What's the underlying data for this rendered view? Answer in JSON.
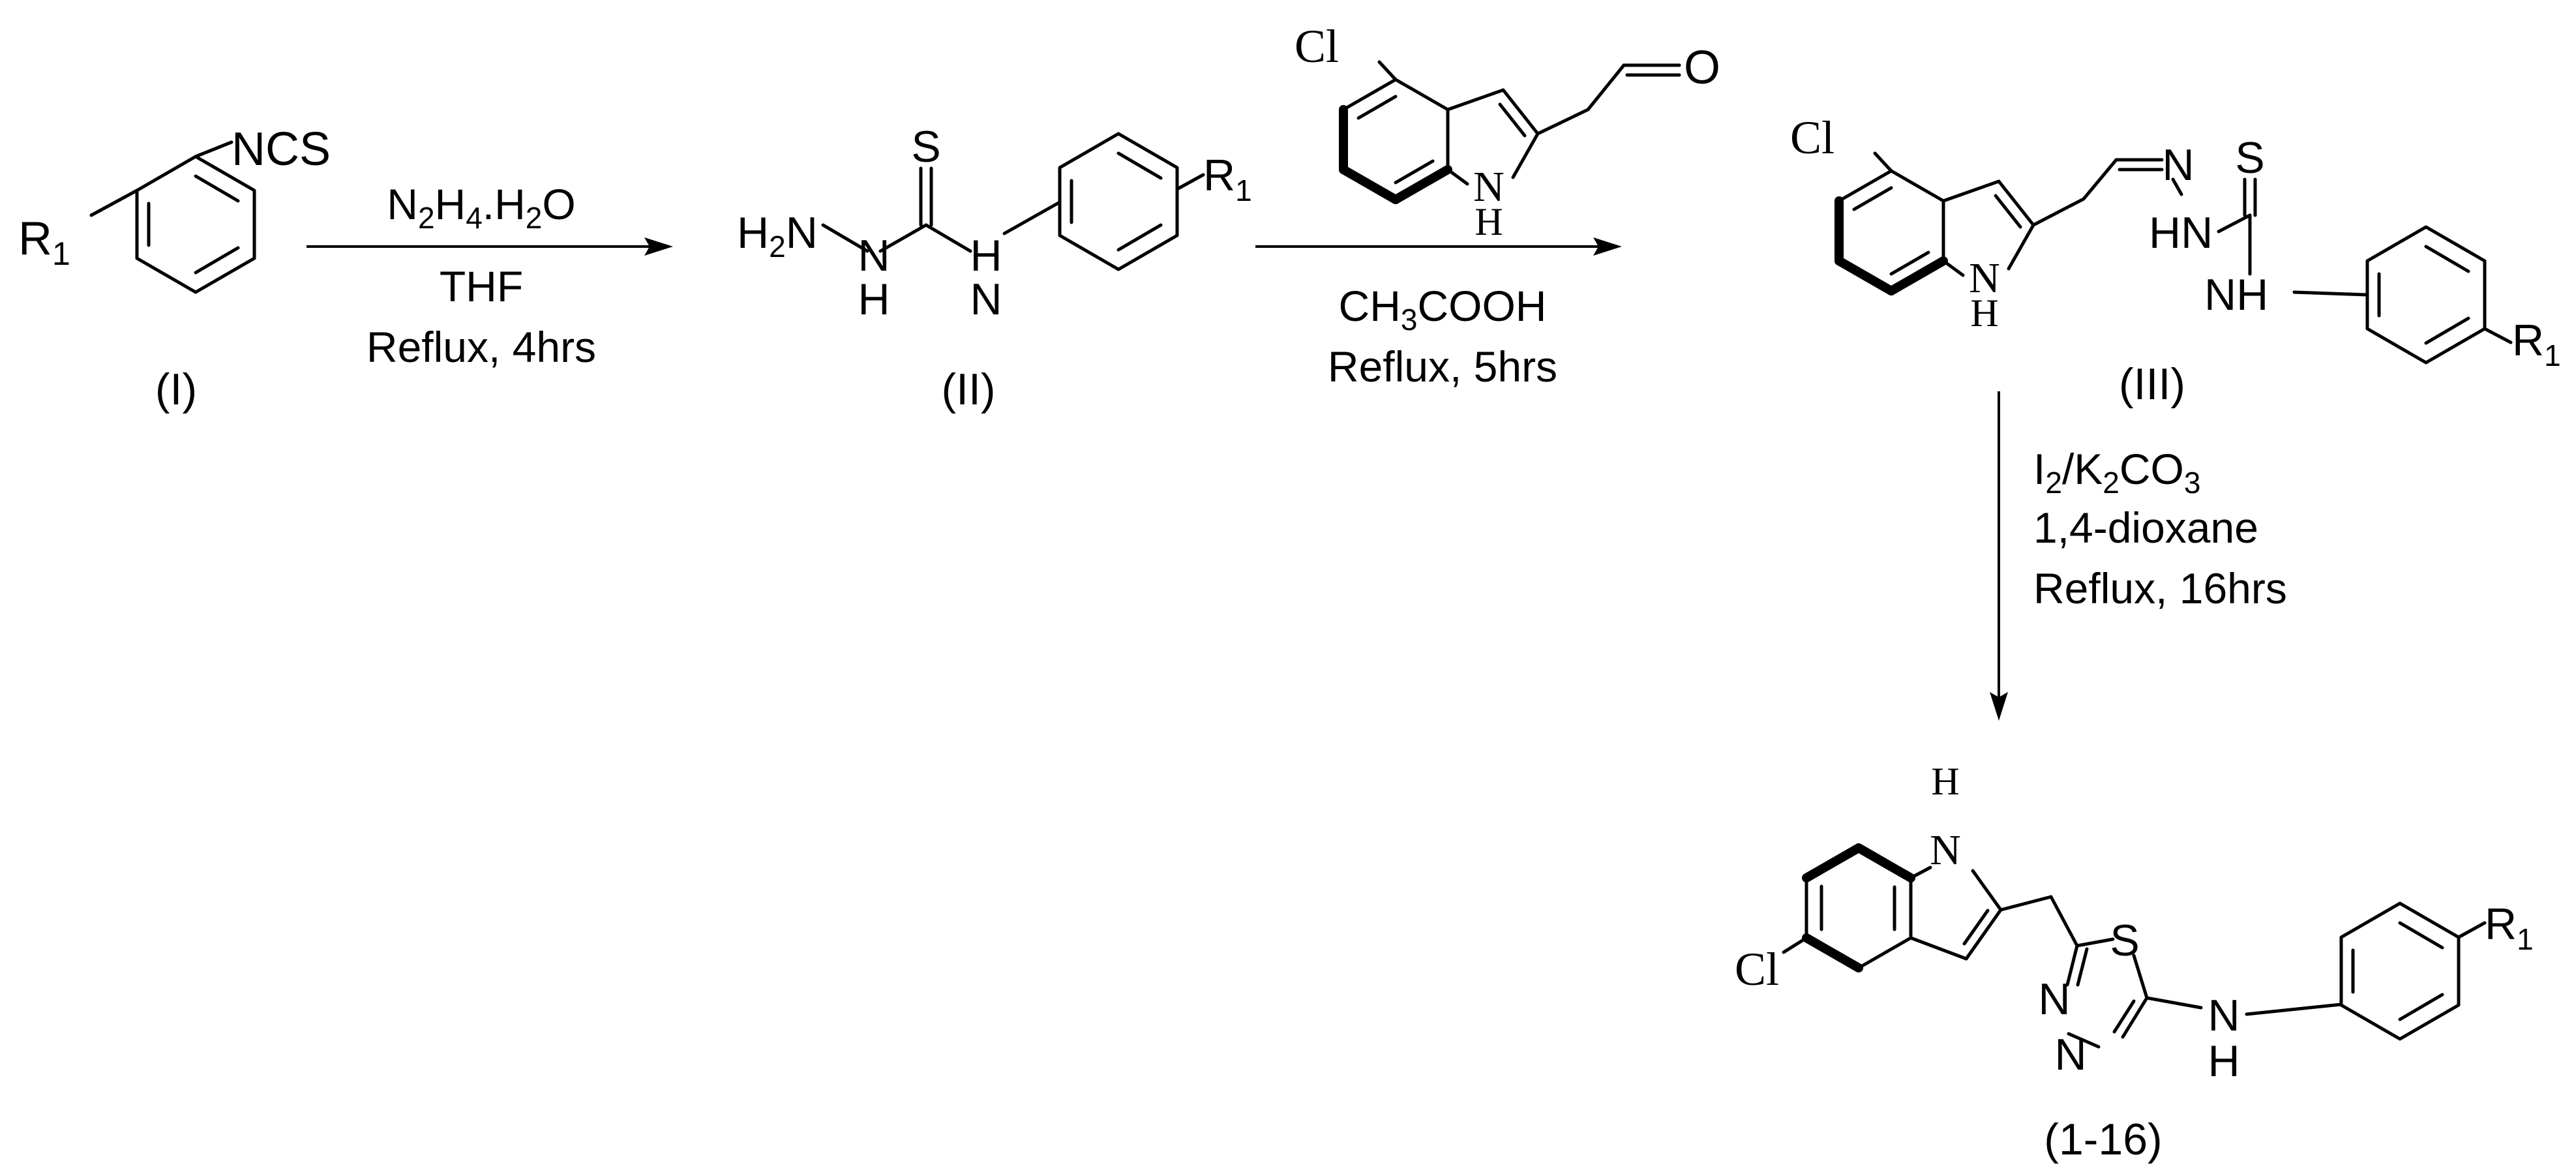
{
  "compounds": {
    "c1": {
      "label": "(I)",
      "substituent": "R",
      "substituent_sub": "1",
      "group": "NCS"
    },
    "c2": {
      "label": "(II)",
      "thio": "S",
      "h2n": "H",
      "h2n_sub": "2",
      "h2n_n": "N",
      "n1": "N",
      "h1": "H",
      "n2": "N",
      "h2": "H",
      "substituent": "R",
      "substituent_sub": "1"
    },
    "aldehyde": {
      "cl": "Cl",
      "o": "O",
      "n": "N",
      "h": "H"
    },
    "c3": {
      "label": "(III)",
      "cl": "Cl",
      "n_ring": "N",
      "h_ring": "H",
      "n_imine": "N",
      "hn": "HN",
      "thio": "S",
      "nh": "NH",
      "substituent": "R",
      "substituent_sub": "1"
    },
    "c4": {
      "label": "(1-16)",
      "cl": "Cl",
      "h_ring": "H",
      "n_ring": "N",
      "s_ring": "S",
      "n_a": "N",
      "n_b": "N",
      "n_amine": "N",
      "h_amine": "H",
      "substituent": "R",
      "substituent_sub": "1"
    }
  },
  "steps": {
    "s1": {
      "reagent_a": "N",
      "reagent_a_sub": "2",
      "reagent_b": "H",
      "reagent_b_sub": "4",
      "reagent_c": ".H",
      "reagent_c_sub": "2",
      "reagent_d": "O",
      "solvent": "THF",
      "condition": "Reflux, 4hrs"
    },
    "s2": {
      "reagent_a": "CH",
      "reagent_a_sub": "3",
      "reagent_b": "COOH",
      "condition": "Reflux, 5hrs"
    },
    "s3": {
      "reagent_a": "I",
      "reagent_a_sub": "2",
      "reagent_b": "/K",
      "reagent_b_sub": "2",
      "reagent_c": "CO",
      "reagent_c_sub": "3",
      "solvent": "1,4-dioxane",
      "condition": "Reflux, 16hrs"
    }
  }
}
